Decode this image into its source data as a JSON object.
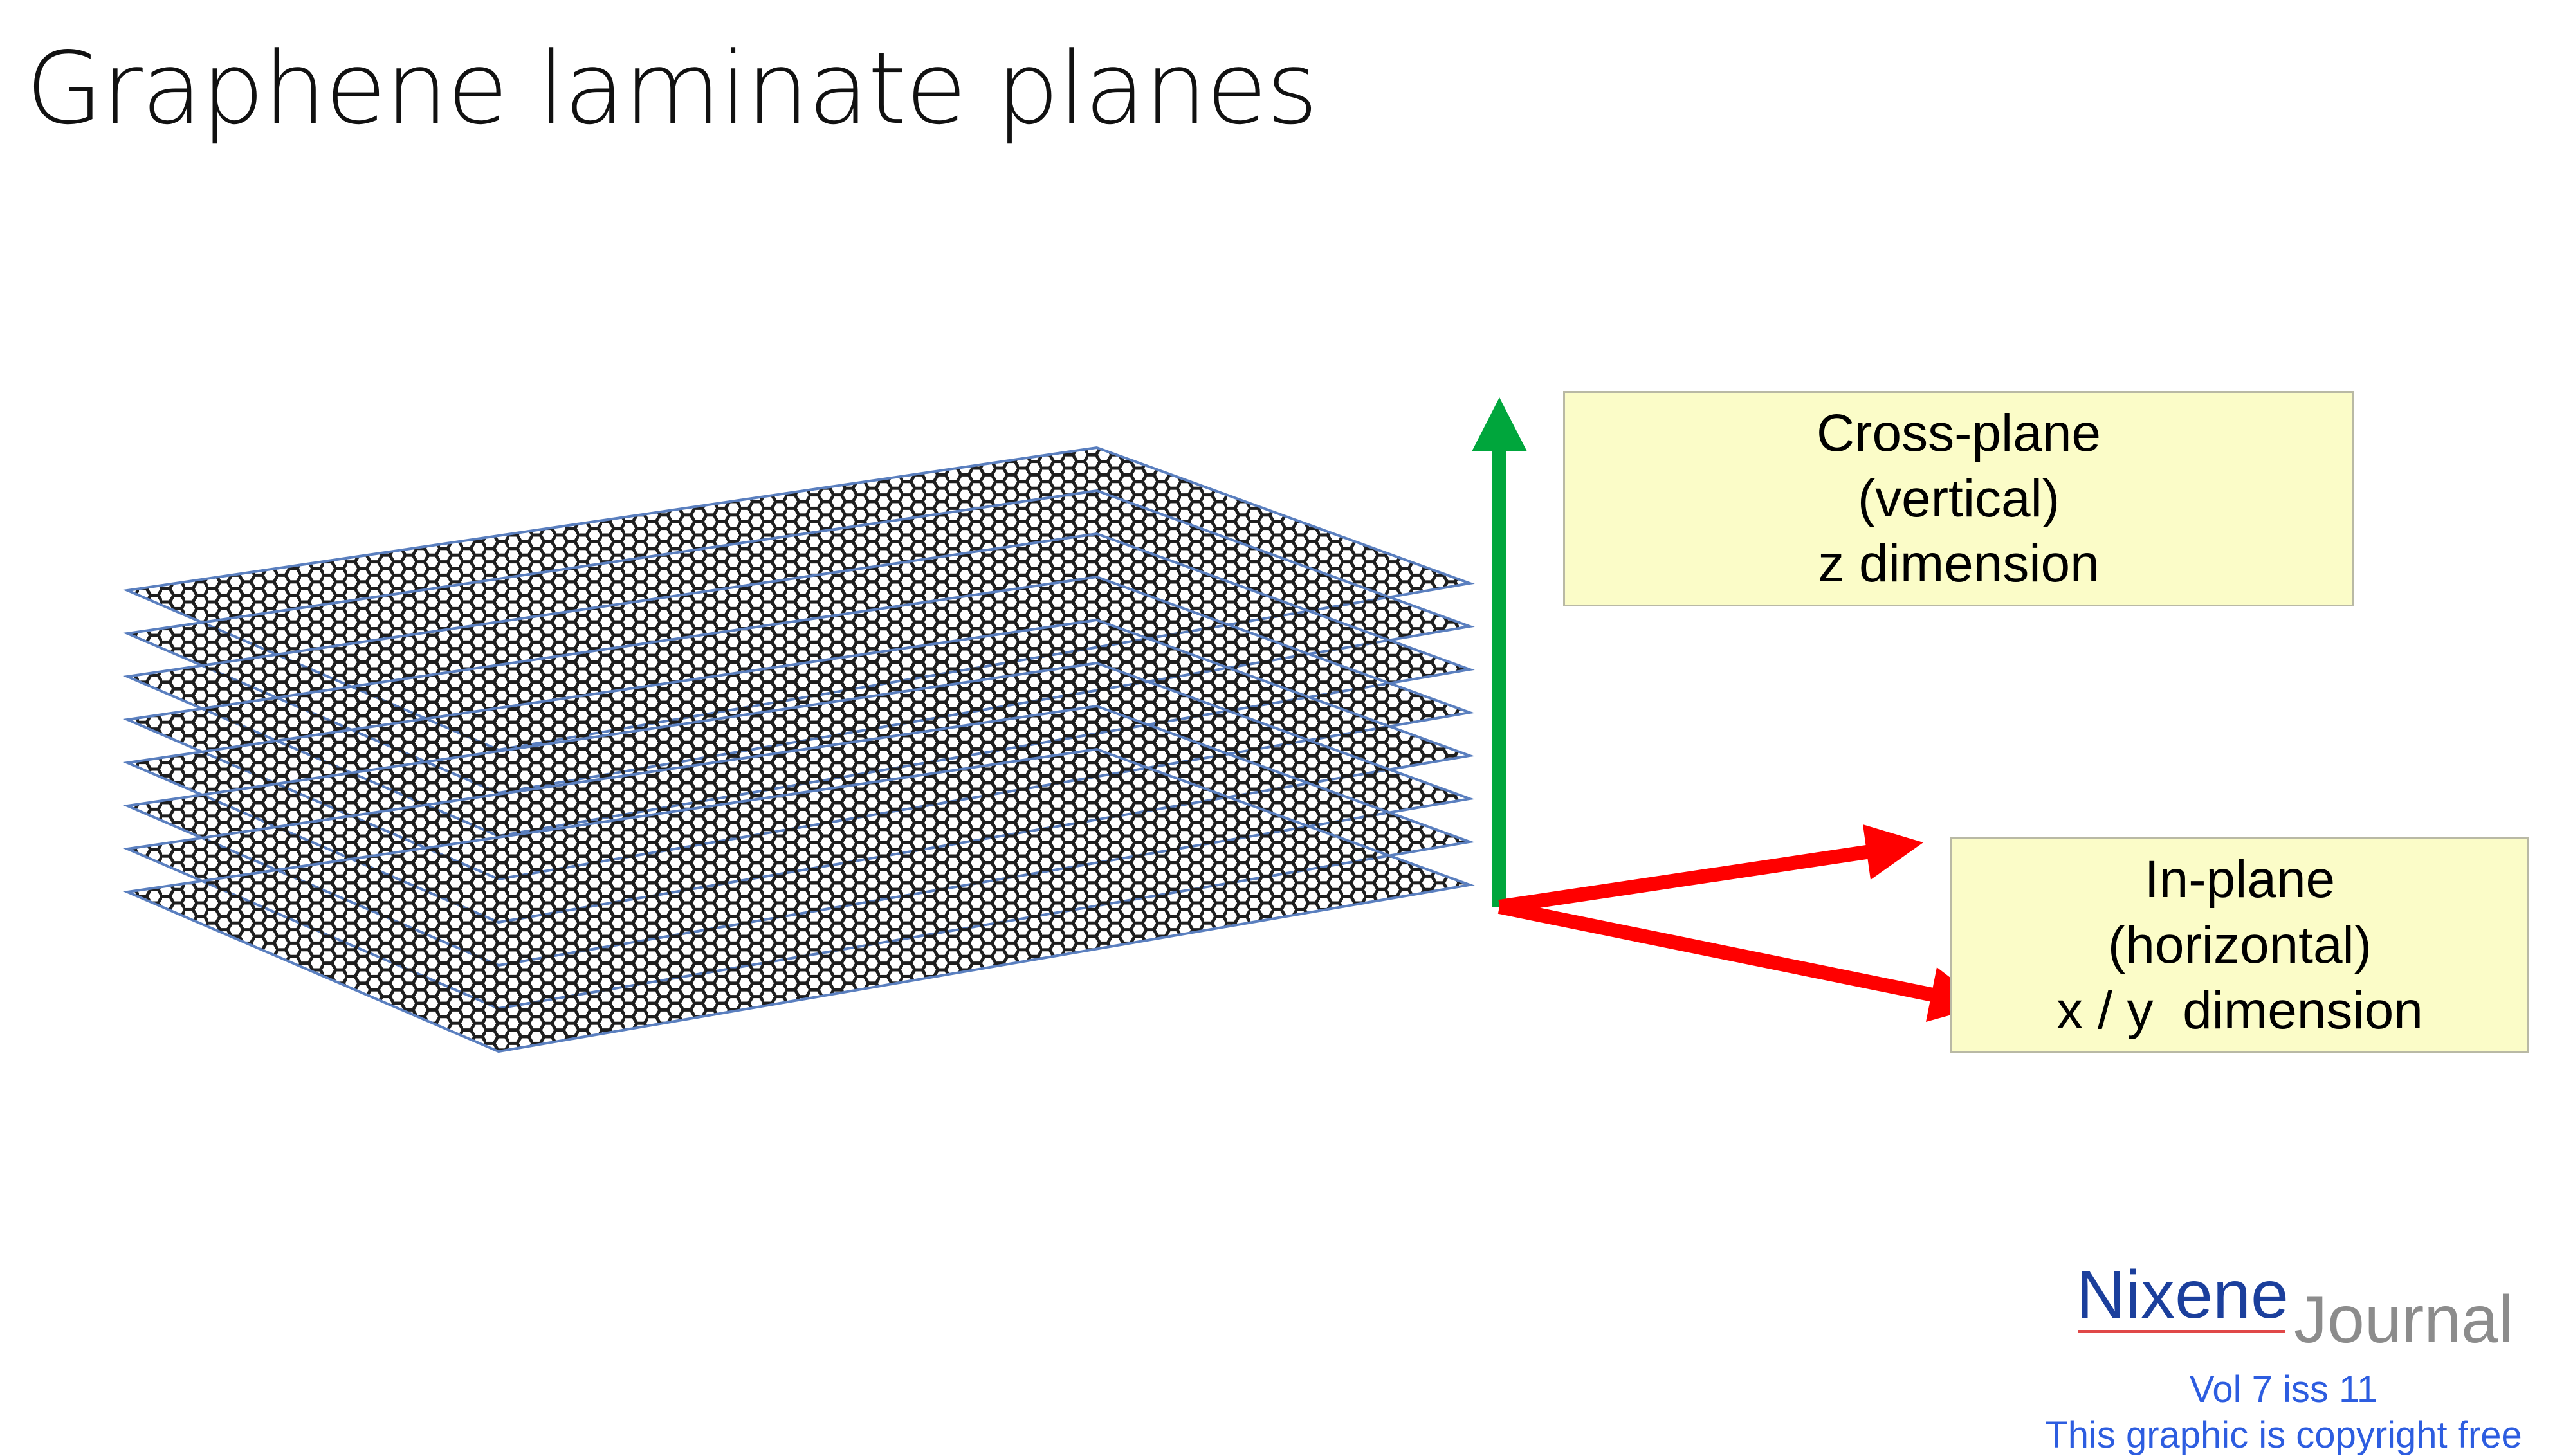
{
  "title": "Graphene laminate planes",
  "cross_plane": {
    "line1": "Cross-plane",
    "line2": "(vertical)",
    "line3": "z dimension"
  },
  "in_plane": {
    "line1": "In-plane",
    "line2": "(horizontal)",
    "line3": "x / y  dimension"
  },
  "logo": {
    "main": "Nixene",
    "sub": "Journal"
  },
  "credits": {
    "volume": "Vol 7 iss 11",
    "copyright": "This graphic is copyright free"
  },
  "colors": {
    "vertical_arrow": "#00a63c",
    "horizontal_arrows": "#ff0000",
    "label_fill": "#fbfcc8",
    "sheet_edge": "#5a7fbf"
  },
  "sheets": {
    "count": 8
  }
}
